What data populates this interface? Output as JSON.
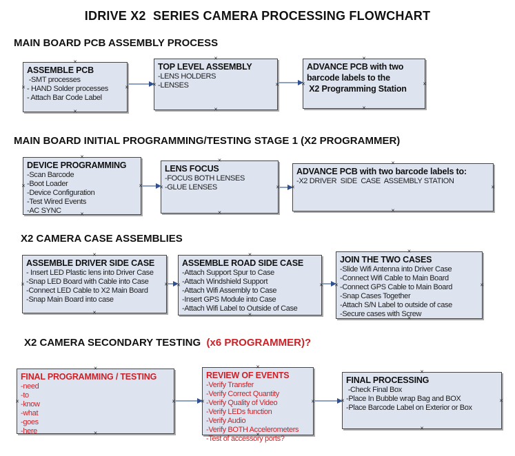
{
  "title": "IDRIVE X2  SERIES CAMERA PROCESSING FLOWCHART",
  "marker_glyph": "×",
  "colors": {
    "box_fill": "#dde4f0",
    "box_border": "#454545",
    "box_shadow": "#a9a9a9",
    "arrow_line": "#8ba0c4",
    "arrow_head": "#31508f",
    "red_text": "#cc2127",
    "black_text": "#111111"
  },
  "sections": [
    {
      "heading": "MAIN BOARD PCB ASSEMBLY PROCESS",
      "heading_red": "",
      "boxes": [
        {
          "title": "ASSEMBLE PCB",
          "red": false,
          "items": [
            " -SMT processes",
            "- HAND Solder processes",
            "- Attach Bar Code Label"
          ]
        },
        {
          "title": "TOP LEVEL ASSEMBLY",
          "red": false,
          "items": [
            "-LENS HOLDERS",
            "-LENSES"
          ]
        },
        {
          "title": "ADVANCE PCB with two\nbarcode labels to the\n X2 Programming Station",
          "red": false,
          "items": []
        }
      ]
    },
    {
      "heading": "MAIN BOARD INITIAL PROGRAMMING/TESTING STAGE 1 (X2 PROGRAMMER)",
      "heading_red": "",
      "boxes": [
        {
          "title": "DEVICE PROGRAMMING",
          "red": false,
          "items": [
            "-Scan Barcode",
            "-Boot Loader",
            "-Device Configuration",
            "-Test Wired Events",
            "-AC SYNC"
          ]
        },
        {
          "title": "LENS FOCUS",
          "red": false,
          "items": [
            "-FOCUS BOTH LENSES",
            "-GLUE LENSES"
          ]
        },
        {
          "title": "ADVANCE PCB with two barcode labels to:",
          "red": false,
          "items": [
            "-X2 DRIVER  SIDE  CASE  ASSEMBLY STATION"
          ]
        }
      ]
    },
    {
      "heading": "X2 CAMERA CASE ASSEMBLIES",
      "heading_red": "",
      "boxes": [
        {
          "title": "ASSEMBLE DRIVER SIDE CASE",
          "red": false,
          "items": [
            "- Insert LED Plastic lens into Driver Case",
            "-Snap LED Board with Cable into Case",
            "-Connect LED Cable to X2 Main Board",
            "-Snap Main Board into case"
          ]
        },
        {
          "title": "ASSEMBLE ROAD SIDE CASE",
          "red": false,
          "items": [
            "-Attach Support Spur to Case",
            "-Attach Windshield Support",
            "-Attach Wifi Assembly to Case",
            "-Insert GPS Module into Case",
            "-Attach Wifi Label to Outside of Case"
          ]
        },
        {
          "title": "JOIN THE TWO CASES",
          "red": false,
          "items": [
            "-Slide Wifi Antenna into Driver Case",
            "-Connect Wifi Cable to Main Board",
            "-Connect GPS Cable to Main Board",
            "-Snap Cases Together",
            "-Attach S/N Label to outside of case",
            "-Secure cases with Screw"
          ]
        }
      ]
    },
    {
      "heading": "X2 CAMERA SECONDARY TESTING ",
      "heading_red": " (x6 PROGRAMMER)?",
      "boxes": [
        {
          "title": "FINAL PROGRAMMING / TESTING",
          "red": true,
          "items": [
            "-need",
            "-to",
            "-know",
            "-what",
            "-goes",
            "-here"
          ]
        },
        {
          "title": "REVIEW OF EVENTS",
          "red": true,
          "items": [
            "-Verify Transfer",
            "-Verify Correct Quantity",
            "-Verify Quality of Video",
            "-Verify LEDs function",
            "-Verify Audio",
            "-Verify BOTH Accelerometers",
            "-Test of accessory ports?"
          ]
        },
        {
          "title": "FINAL PROCESSING",
          "red": false,
          "items": [
            " -Check Final Box",
            "-Place In Bubble wrap Bag and BOX",
            "-Place Barcode Label on Exterior or Box"
          ]
        }
      ]
    }
  ]
}
